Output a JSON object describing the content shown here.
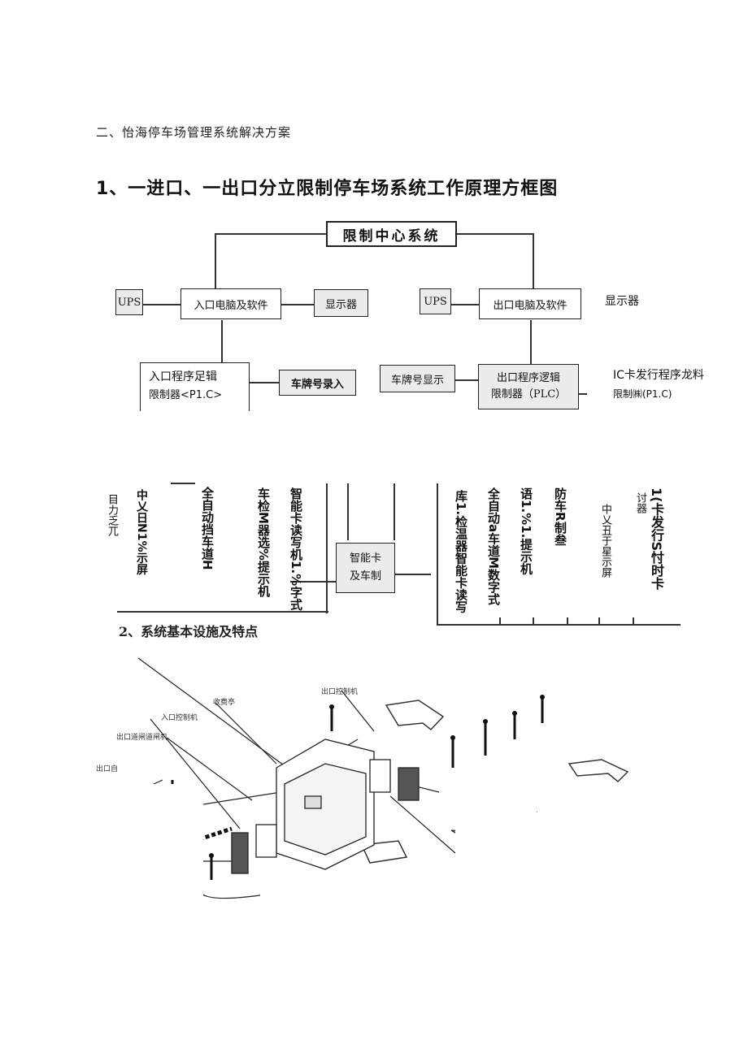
{
  "section_heading": "二、怡海停车场管理系统解决方案",
  "diagram_heading": "1、一进口、一出口分立限制停车场系统工作原理方框图",
  "diagram": {
    "control_center": "限制中心系统",
    "ups_left": "UPS",
    "entry_pc": "入口电脑及软件",
    "display_left": "显示器",
    "ups_right": "UPS",
    "exit_pc": "出口电脑及软件",
    "display_right": "显示器",
    "entry_plc_line1": "入口程序足辑",
    "entry_plc_line2": "限制器<P1.C>",
    "plate_entry": "车牌号录入",
    "plate_display": "车牌号显示",
    "exit_plc_line1": "出口程序逻辑",
    "exit_plc_line2": "限制器（PLC）",
    "ic_line1": "IC卡发行程序龙料",
    "ic_line2": "限制㈱(P1.C)",
    "smart_card_line1": "智能卡",
    "smart_card_line2": "及车制",
    "left_columns": [
      "目力乏兀",
      "中乂日N1%示屏",
      "全自动挡车道H",
      "车检M器选%提示机",
      "智能卡读写机1.%字式"
    ],
    "right_columns": [
      "库1.检温器智能卡读写",
      "全自动a车道M数字式",
      "语1.%1.提示机",
      "防车R制叁",
      "中乂丑于星示屏",
      "讨器",
      "1(卡发行S忖时卡"
    ]
  },
  "section2_heading": "2、系统基本设施及特点",
  "illustration_labels": {
    "exit_controller": "出口控制机",
    "booth": "收费亭",
    "entry_controller": "入口控制机",
    "entry_barrier": "出口道闸道闸机",
    "exit_auto": "出口自"
  }
}
